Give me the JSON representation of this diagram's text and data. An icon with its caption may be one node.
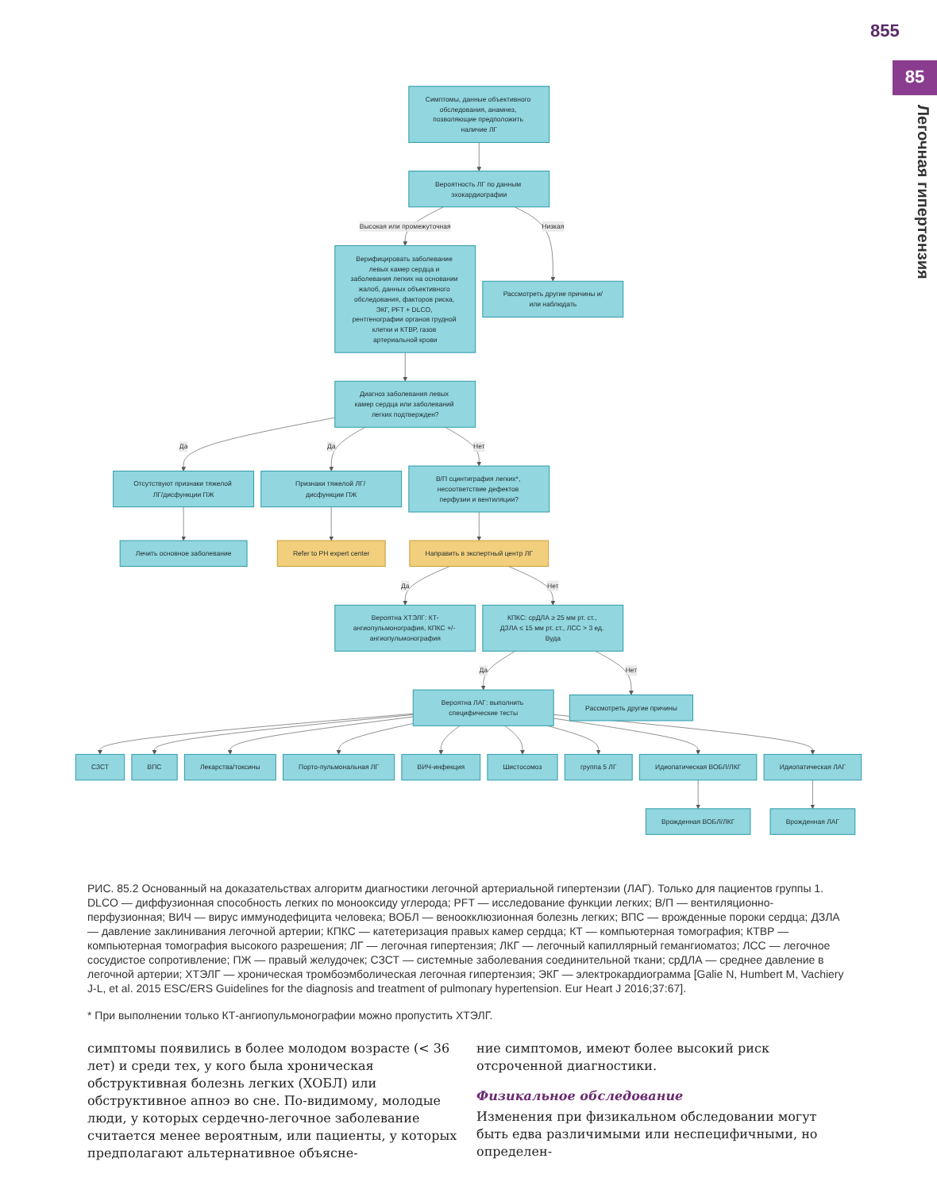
{
  "diagram": {
    "caption": "РИС. 85.2 Основанный на доказательствах алгоритм диагностики легочной артериальной гипертензии (ЛАГ). Только для пациентов группы 1. DLCO — диффузионная способность легких по монооксиду углерода; PFT — исследование функции легких; В/П — вентиляционно-перфузионная; ВИЧ — вирус иммунодефицита человека; ВОБЛ — веноокклюзионная болезнь легких; ВПС — врожденные пороки сердца; ДЗЛА — давление заклинивания легочной артерии; КПКС — катетеризация правых камер сердца; КТ — компьютерная томография; КТВР — компьютерная томография высокого разрешения; ЛГ — легочная гипертензия; ЛКГ — легочный капиллярный гемангиоматоз; ЛСС — легочное сосудистое сопротивление; ПЖ — правый желудочек; СЗСТ — системные заболевания соединительной ткани; срДЛА — среднее давление в легочной артерии; ХТЭЛГ — хроническая тромбоэмболическая легочная гипертензия; ЭКГ — электрокардиограмма [Galie N, Humbert M, Vachiery J-L, et al. 2015 ESC/ERS Guidelines for the diagnosis and treatment of pulmonary hypertension. Eur Heart J 2016;37:67].",
    "nodes": [
      {
        "text": [
          "Симптомы, данные объективного обследования, анамнез, позволяющие предположить наличие ЛГ"
        ]
      },
      {
        "text": [
          "Вероятность ЛГ по данным эхокардиографии"
        ]
      },
      {
        "text": [
          "Верифицировать заболевание левых камер сердца и заболевания легких на основании жалоб, данных объективного обследования, факторов риска, ЭКГ, PFT + DLCO, рентгенографии органов грудной клетки и КТВР, газов артериальной крови"
        ]
      },
      {
        "text": [
          "Рассмотреть другие причины и/или наблюдать"
        ]
      },
      {
        "text": [
          "Диагноз заболевания левых камер сердца или заболеваний легких подтвержден?"
        ]
      },
      {
        "text": [
          "Отсутствуют признаки тяжелой ЛГ/дисфункции ПЖ"
        ]
      },
      {
        "text": [
          "Признаки тяжелой ЛГ/ дисфункции ПЖ"
        ]
      },
      {
        "text": [
          "Лечить основное заболевание"
        ]
      },
      {
        "text": [
          "В/П сцинтиграфия легких*, несоответствие дефектов перфузии и вентиляции?"
        ]
      },
      {
        "text": [
          "Refer to PH expert center"
        ]
      },
      {
        "text": [
          "Направить в экспертный центр ЛГ"
        ]
      },
      {
        "text": [
          "Вероятна ХТЭЛГ: КТ-ангиопульмонография, КПКС +/- ангиопульмонография"
        ]
      },
      {
        "text": [
          "КПКС: срДЛА ≥ 25 мм рт. ст., ДЗЛА ≤ 15 мм рт. ст., ЛСС > 3 ед. Вуда"
        ]
      },
      {
        "text": [
          "Вероятна ЛАГ: выполнить специфические тесты"
        ]
      },
      {
        "text": [
          "Рассмотреть другие причины"
        ]
      },
      {
        "text": [
          "СЗСТ"
        ]
      },
      {
        "text": [
          "ВПС"
        ]
      },
      {
        "text": [
          "Лекарства/токсины"
        ]
      },
      {
        "text": [
          "Порто-пульмональная ЛГ"
        ]
      },
      {
        "text": [
          "ВИЧ-инфекция"
        ]
      },
      {
        "text": [
          "Шистосомоз"
        ]
      },
      {
        "text": [
          "группа 5 ЛГ"
        ]
      },
      {
        "text": [
          "Врожденная ВОБЛ/ЛКГ"
        ]
      },
      {
        "text": [
          "Идиопатическая ВОБЛ/ЛКГ"
        ]
      },
      {
        "text": [
          "Идиопатическая ЛАГ"
        ]
      },
      {
        "text": [
          "Врожденная ЛАГ"
        ]
      }
    ],
    "edges": [
      {
        "from": 0,
        "to": 1,
        "arrow": "to"
      },
      {
        "from": 1,
        "to": 2,
        "arrow": "to",
        "label": "Высокая или промежуточная"
      },
      {
        "from": 1,
        "to": 3,
        "arrow": "to",
        "label": "Низкая"
      },
      {
        "from": 2,
        "to": 4,
        "arrow": "to"
      },
      {
        "from": 4,
        "to": 5,
        "arrow": "to",
        "label": "Да"
      },
      {
        "from": 4,
        "to": 8,
        "arrow": "to",
        "label": "Нет"
      },
      {
        "from": 4,
        "to": 6,
        "arrow": "to",
        "label": "Да"
      },
      {
        "from": 5,
        "to": 7,
        "arrow": "to"
      },
      {
        "from": 6,
        "to": 9,
        "arrow": "to"
      },
      {
        "from": 8,
        "to": 10,
        "arrow": "to"
      },
      {
        "from": 10,
        "to": 11,
        "arrow": "to",
        "label": "Да"
      },
      {
        "from": 10,
        "to": 12,
        "arrow": "to",
        "label": "Нет"
      },
      {
        "from": 12,
        "to": 13,
        "arrow": "to",
        "label": "Да"
      },
      {
        "from": 12,
        "to": 14,
        "arrow": "to",
        "label": "Нет"
      },
      {
        "from": 13,
        "to": 15,
        "arrow": "to"
      },
      {
        "from": 13,
        "to": 16,
        "arrow": "to"
      },
      {
        "from": 13,
        "to": 17,
        "arrow": "to"
      },
      {
        "from": 13,
        "to": 18,
        "arrow": "to"
      },
      {
        "from": 13,
        "to": 19,
        "arrow": "to"
      },
      {
        "from": 13,
        "to": 20,
        "arrow": "to"
      },
      {
        "from": 13,
        "to": 21,
        "arrow": "to"
      },
      {
        "from": 13,
        "to": 23,
        "arrow": "to"
      },
      {
        "from": 13,
        "to": 24,
        "arrow": "to"
      },
      {
        "from": 23,
        "to": 22,
        "arrow": "to"
      },
      {
        "from": 24,
        "to": 25,
        "arrow": "to"
      }
    ],
    "labels": [
      "855",
      "85",
      "Легочная гипертензия",
      "* При выполнении только КТ-ангиопульмонографии можно пропустить ХТЭЛГ.",
      "симптомы появились в более молодом возрасте (< 36 лет) и среди тех, у кого была хроническая обструктивная болезнь легких (ХОБЛ) или обструктивное апноэ во сне. По-видимому, молодые люди, у которых сердечно-легочное заболевание считается менее вероятным, или пациенты, у которых предполагают альтернативное объясне-",
      "ние симптомов, имеют более высокий риск отсроченной диагностики.",
      "Физикальное обследование",
      "Изменения при физикальном обследовании могут быть едва различимыми или неспецифичными, но определен-"
    ]
  }
}
